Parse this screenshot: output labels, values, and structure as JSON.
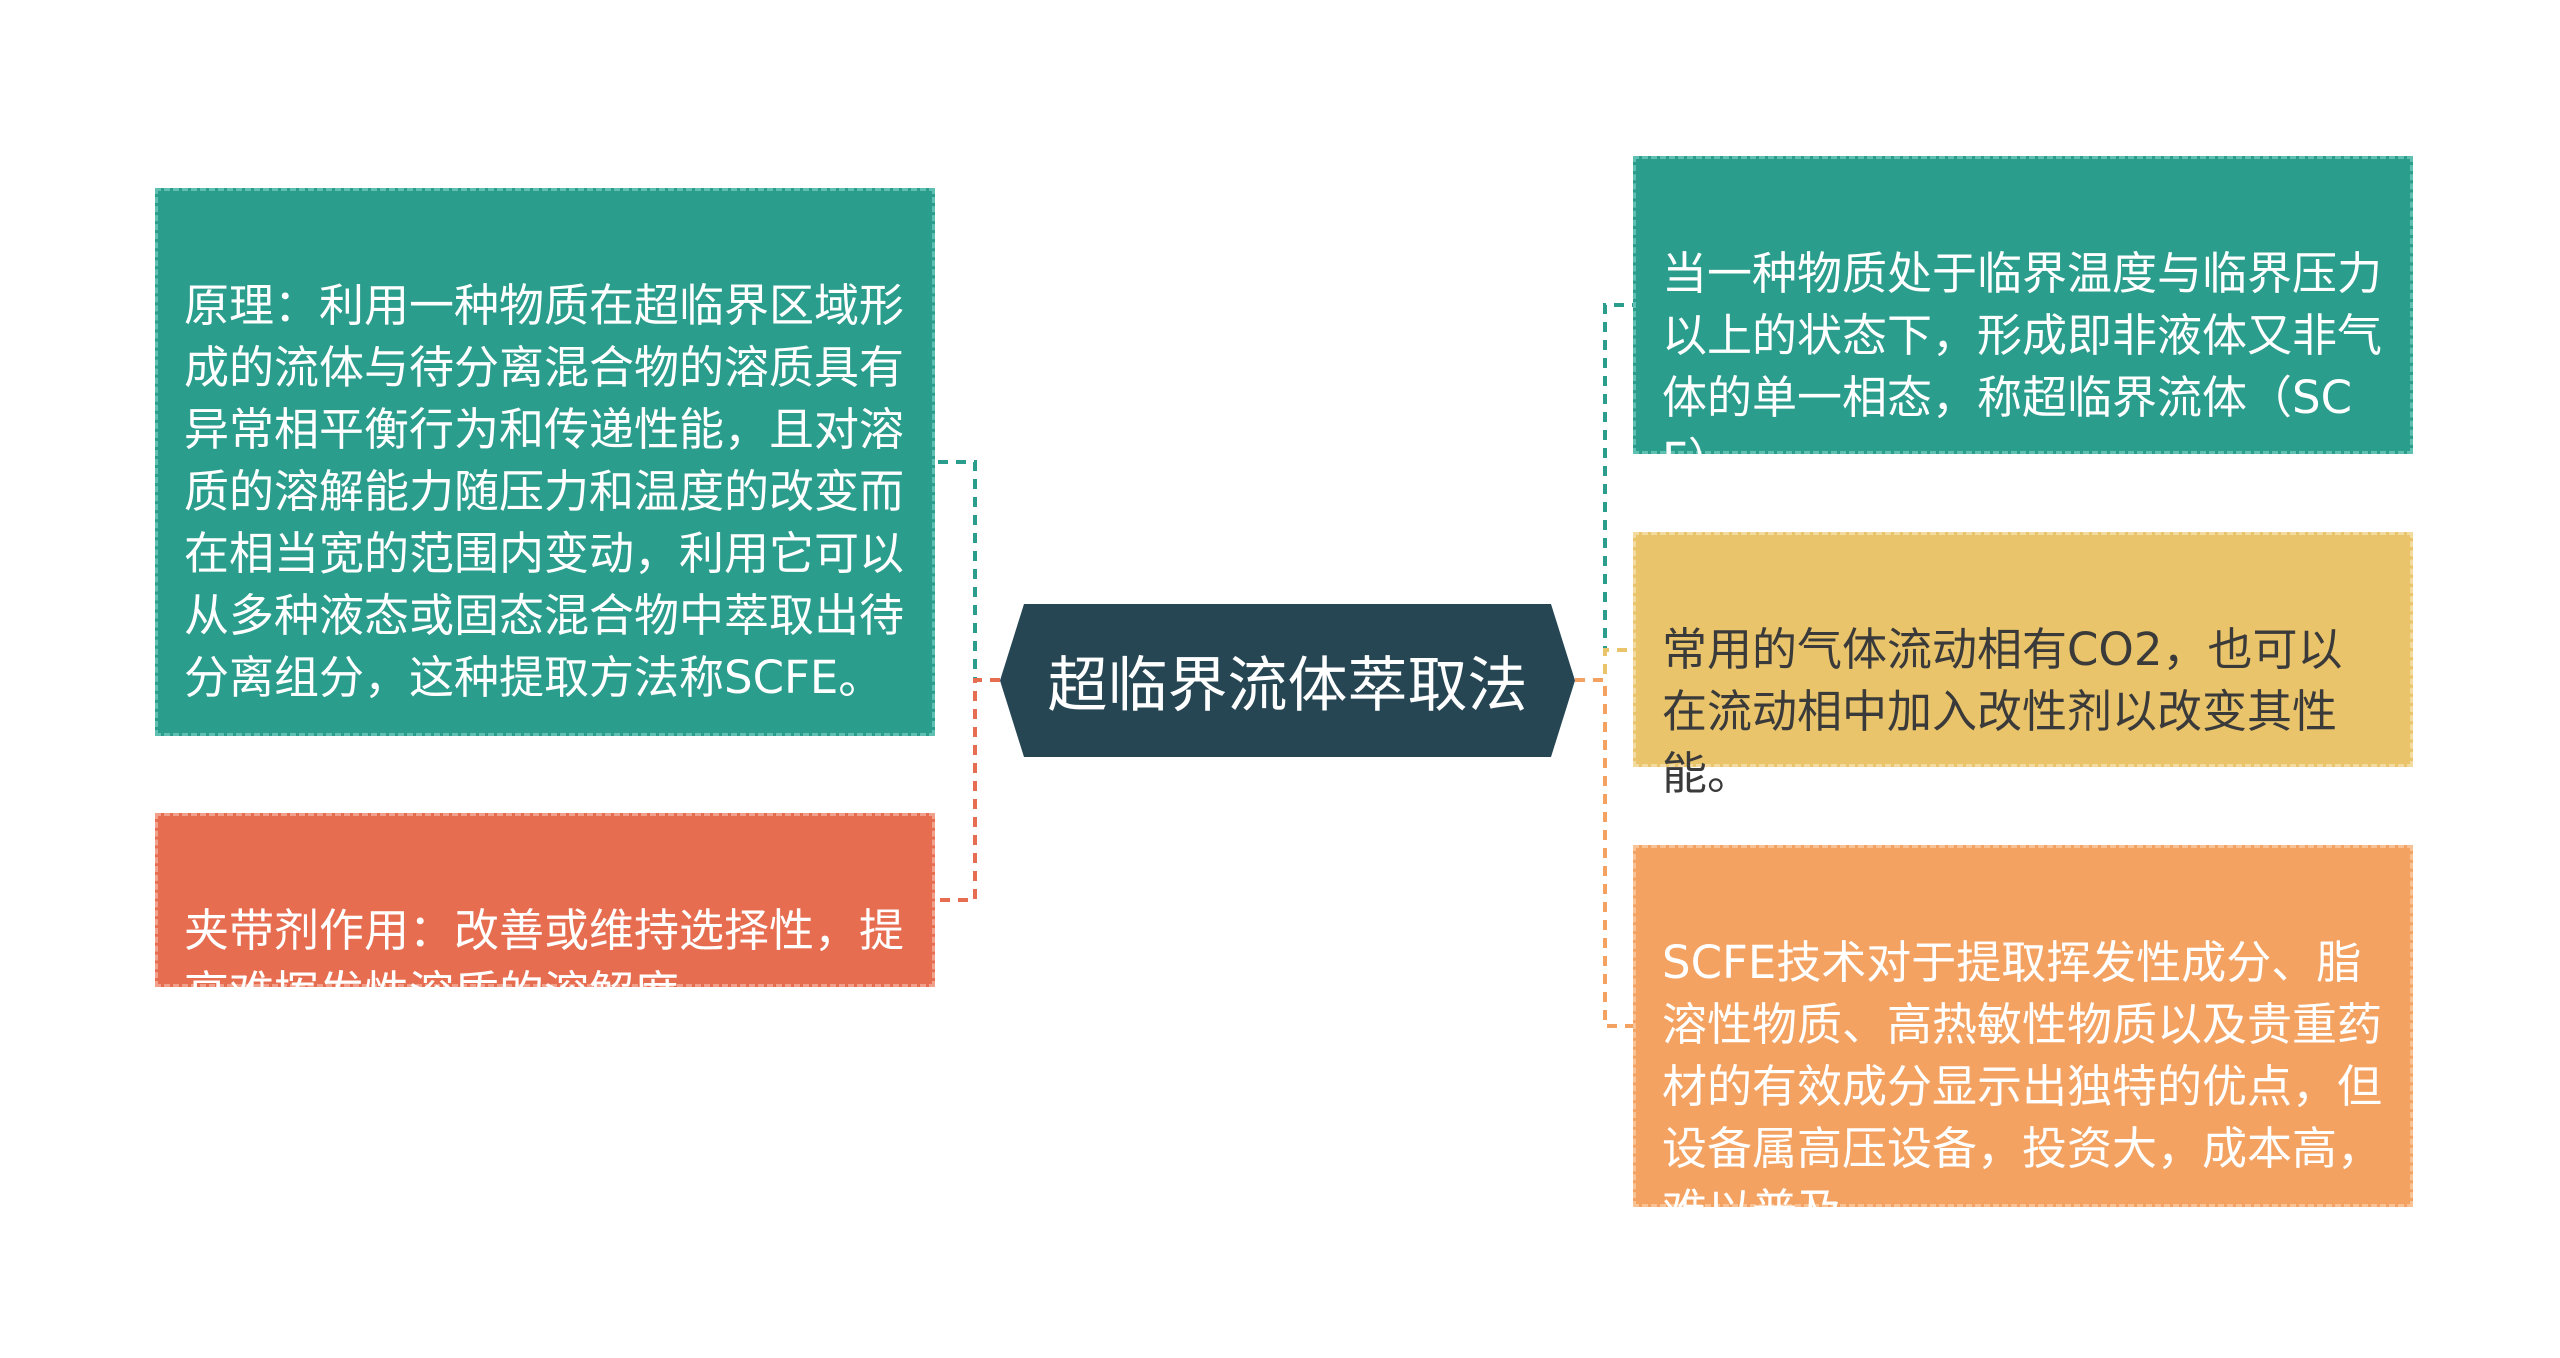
{
  "central_topic": {
    "label": "超临界流体萃取法",
    "color": "#264653"
  },
  "left_branches": [
    {
      "text": "原理：利用一种物质在超临界区域形成的流体与待分离混合物的溶质具有异常相平衡行为和传递性能，且对溶质的溶解能力随压力和温度的改变而在相当宽的范围内变动，利用它可以从多种液态或固态混合物中萃取出待分离组分，这种提取方法称SCFE。",
      "color": "#2a9d8c"
    },
    {
      "text": "夹带剂作用：改善或维持选择性，提高难挥发性溶质的溶解度。",
      "color": "#e76d50"
    }
  ],
  "right_branches": [
    {
      "text": "当一种物质处于临界温度与临界压力以上的状态下，形成即非液体又非气体的单一相态，称超临界流体（SCF）。",
      "color": "#2a9d8c"
    },
    {
      "text": "常用的气体流动相有CO2，也可以在流动相中加入改性剂以改变其性能。",
      "color": "#e9c46a"
    },
    {
      "text": "SCFE技术对于提取挥发性成分、脂溶性物质、高热敏性物质以及贵重药材的有效成分显示出独特的优点，但设备属高压设备，投资大，成本高，难以普及。",
      "color": "#f4a261"
    }
  ]
}
